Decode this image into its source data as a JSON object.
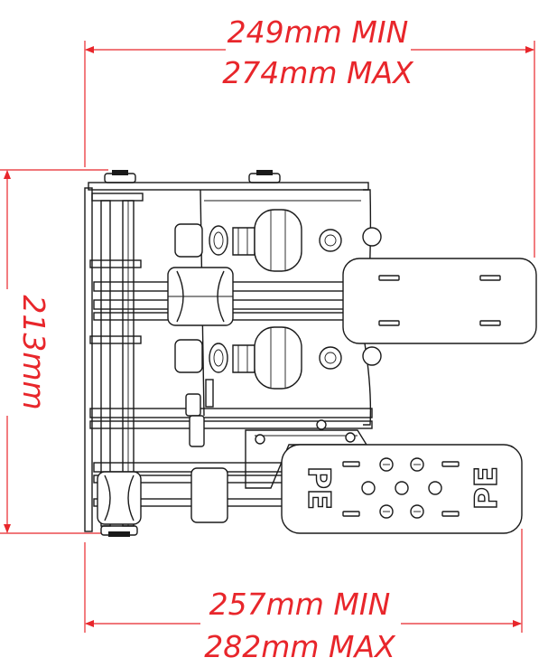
{
  "dimensions": {
    "top_min": "249mm  MIN",
    "top_max": "274mm  MAX",
    "side": "213mm",
    "bottom_min": "257mm  MIN",
    "bottom_max": "282mm  MAX"
  },
  "colors": {
    "dimension": "#e8262b",
    "ink": "#1a1a1a",
    "background": "#ffffff"
  },
  "logo": {
    "text": "PE"
  }
}
